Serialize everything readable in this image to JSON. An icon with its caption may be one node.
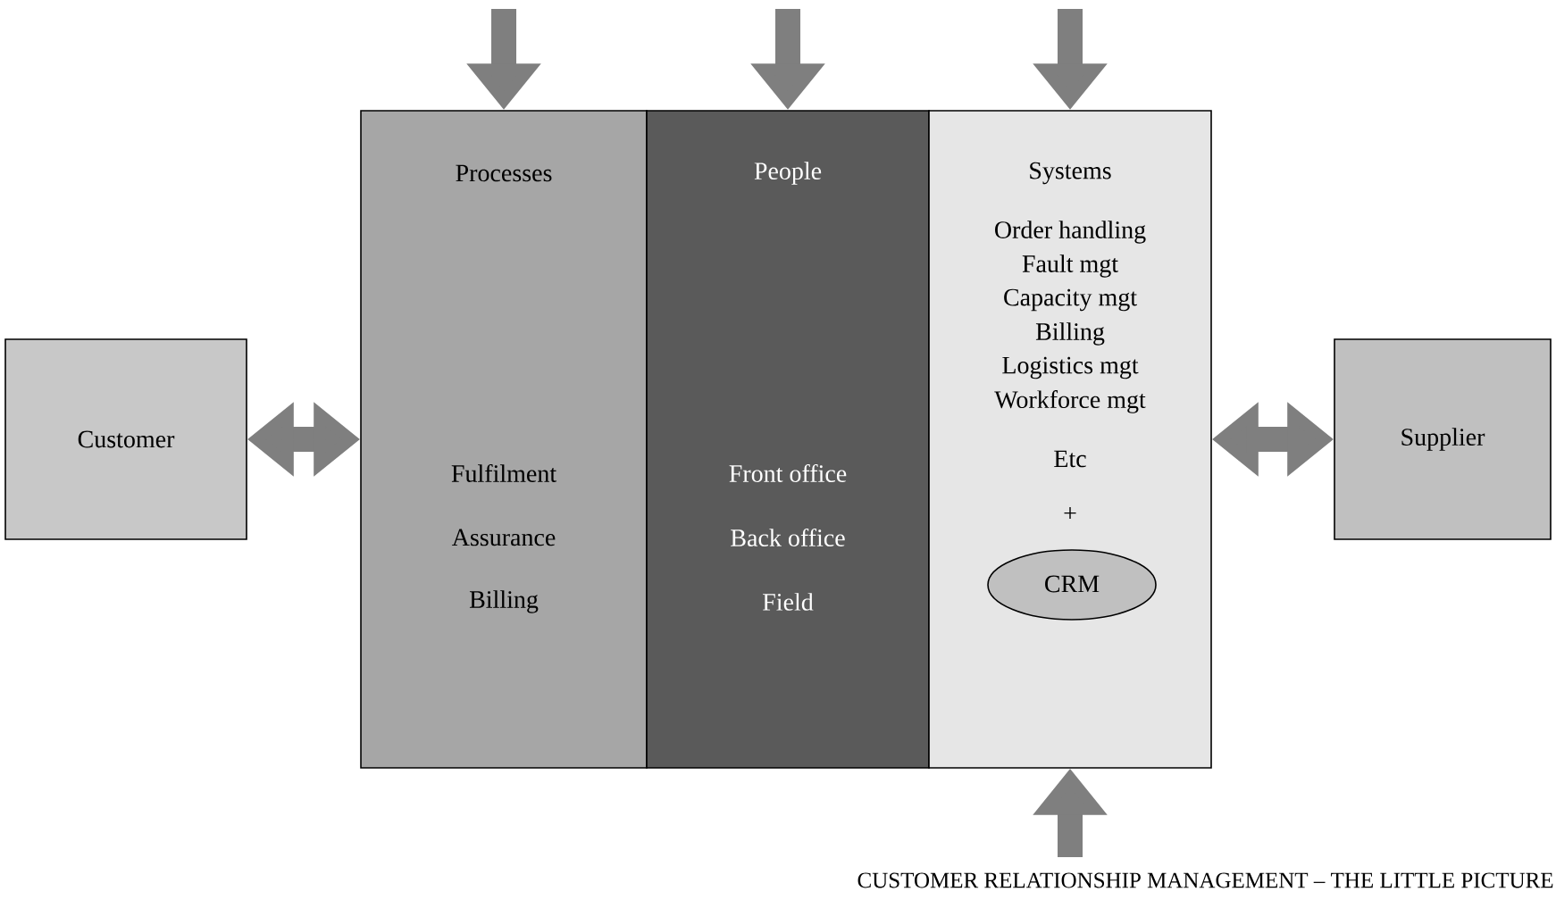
{
  "diagram": {
    "caption": "CUSTOMER RELATIONSHIP MANAGEMENT – THE LITTLE PICTURE",
    "nodes": [
      {
        "text": [
          "Customer"
        ]
      },
      {
        "text": [
          "Processes",
          "Fulfilment",
          "Assurance",
          "Billing"
        ]
      },
      {
        "text": [
          "People",
          "Front office",
          "Back office",
          "Field"
        ]
      },
      {
        "text": [
          "Systems",
          "Order handling",
          "Fault mgt",
          "Capacity mgt",
          "Billing",
          "Logistics mgt",
          "Workforce mgt",
          "Etc",
          "+"
        ]
      },
      {
        "text": [
          "CRM"
        ],
        "in": 3
      },
      {
        "text": [
          "Supplier"
        ]
      }
    ],
    "edges": [
      {
        "from": 0,
        "to": 1,
        "arrow": "both"
      },
      {
        "from": 3,
        "to": 5,
        "arrow": "both"
      },
      {
        "from": null,
        "to": 1,
        "arrow": "to"
      },
      {
        "from": null,
        "to": 2,
        "arrow": "to"
      },
      {
        "from": null,
        "to": 3,
        "arrow": "to"
      },
      {
        "from": null,
        "to": 3,
        "arrow": "to"
      }
    ]
  }
}
